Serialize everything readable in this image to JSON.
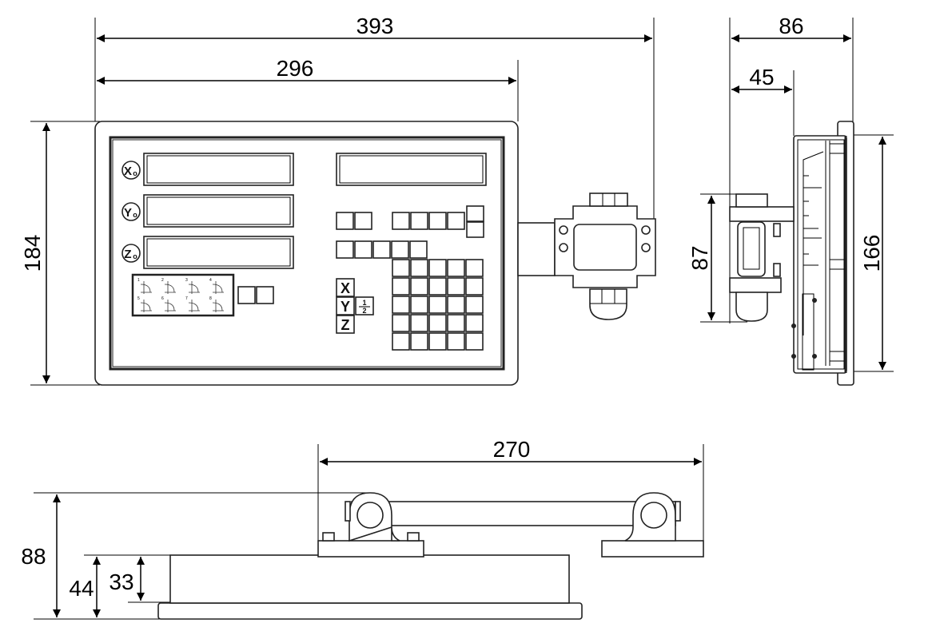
{
  "dimensions": {
    "front_width_total": "393",
    "front_width_panel": "296",
    "front_height": "184",
    "side_depth_total": "86",
    "side_depth_bracket": "45",
    "side_bracket_height": "87",
    "side_panel_height": "166",
    "bottom_bracket_span": "270",
    "bottom_height_total": "88",
    "bottom_height_body": "44",
    "bottom_height_case": "33"
  },
  "panel": {
    "axis_x": "X",
    "axis_y": "Y",
    "axis_z": "Z",
    "axis_sub": "o",
    "key_x": "X",
    "key_y": "Y",
    "key_half_num": "1",
    "key_half_den": "2",
    "mode_numbers": [
      "1",
      "2",
      "3",
      "4",
      "5",
      "6",
      "7",
      "8"
    ]
  }
}
